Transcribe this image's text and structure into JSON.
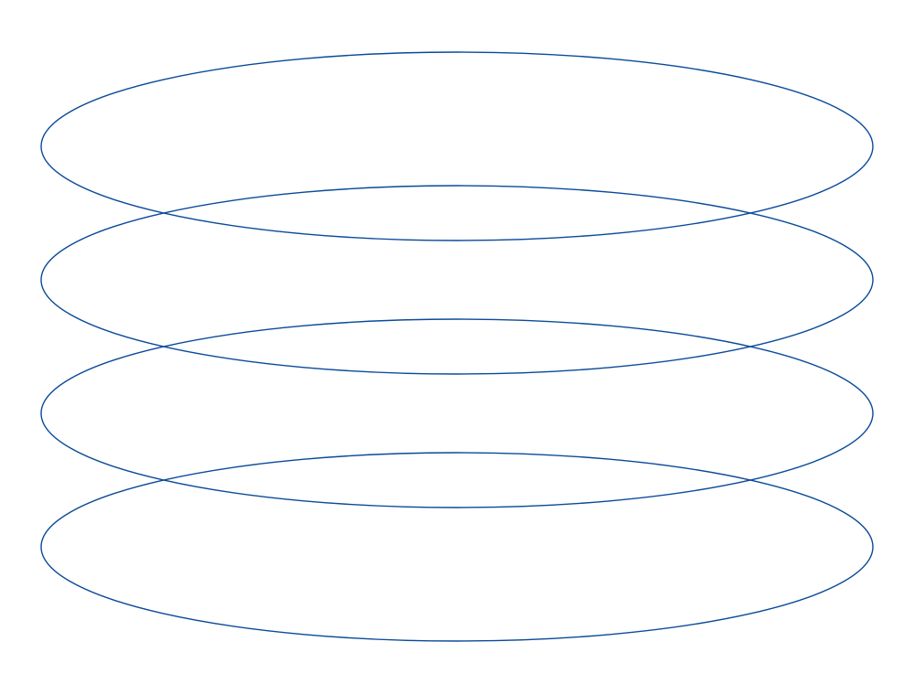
{
  "diagram": {
    "shape": "stacked-ellipses",
    "ring_count": 4,
    "stroke_color": "#0a4a99",
    "background_color": "#ffffff",
    "rings": [
      {
        "index": 1
      },
      {
        "index": 2
      },
      {
        "index": 3
      },
      {
        "index": 4
      }
    ]
  }
}
